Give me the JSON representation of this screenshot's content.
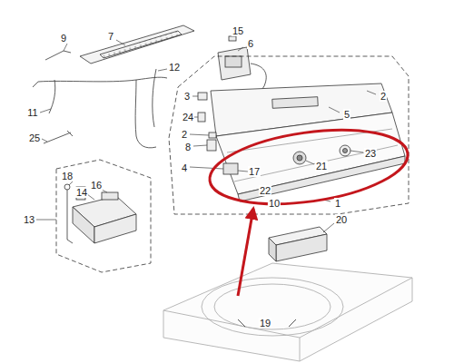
{
  "diagram": {
    "labels": [
      "9",
      "7",
      "15",
      "6",
      "12",
      "2",
      "3",
      "5",
      "24",
      "11",
      "2",
      "25",
      "8",
      "4",
      "17",
      "21",
      "23",
      "22",
      "10",
      "1",
      "13",
      "18",
      "14",
      "16",
      "20",
      "19"
    ]
  }
}
